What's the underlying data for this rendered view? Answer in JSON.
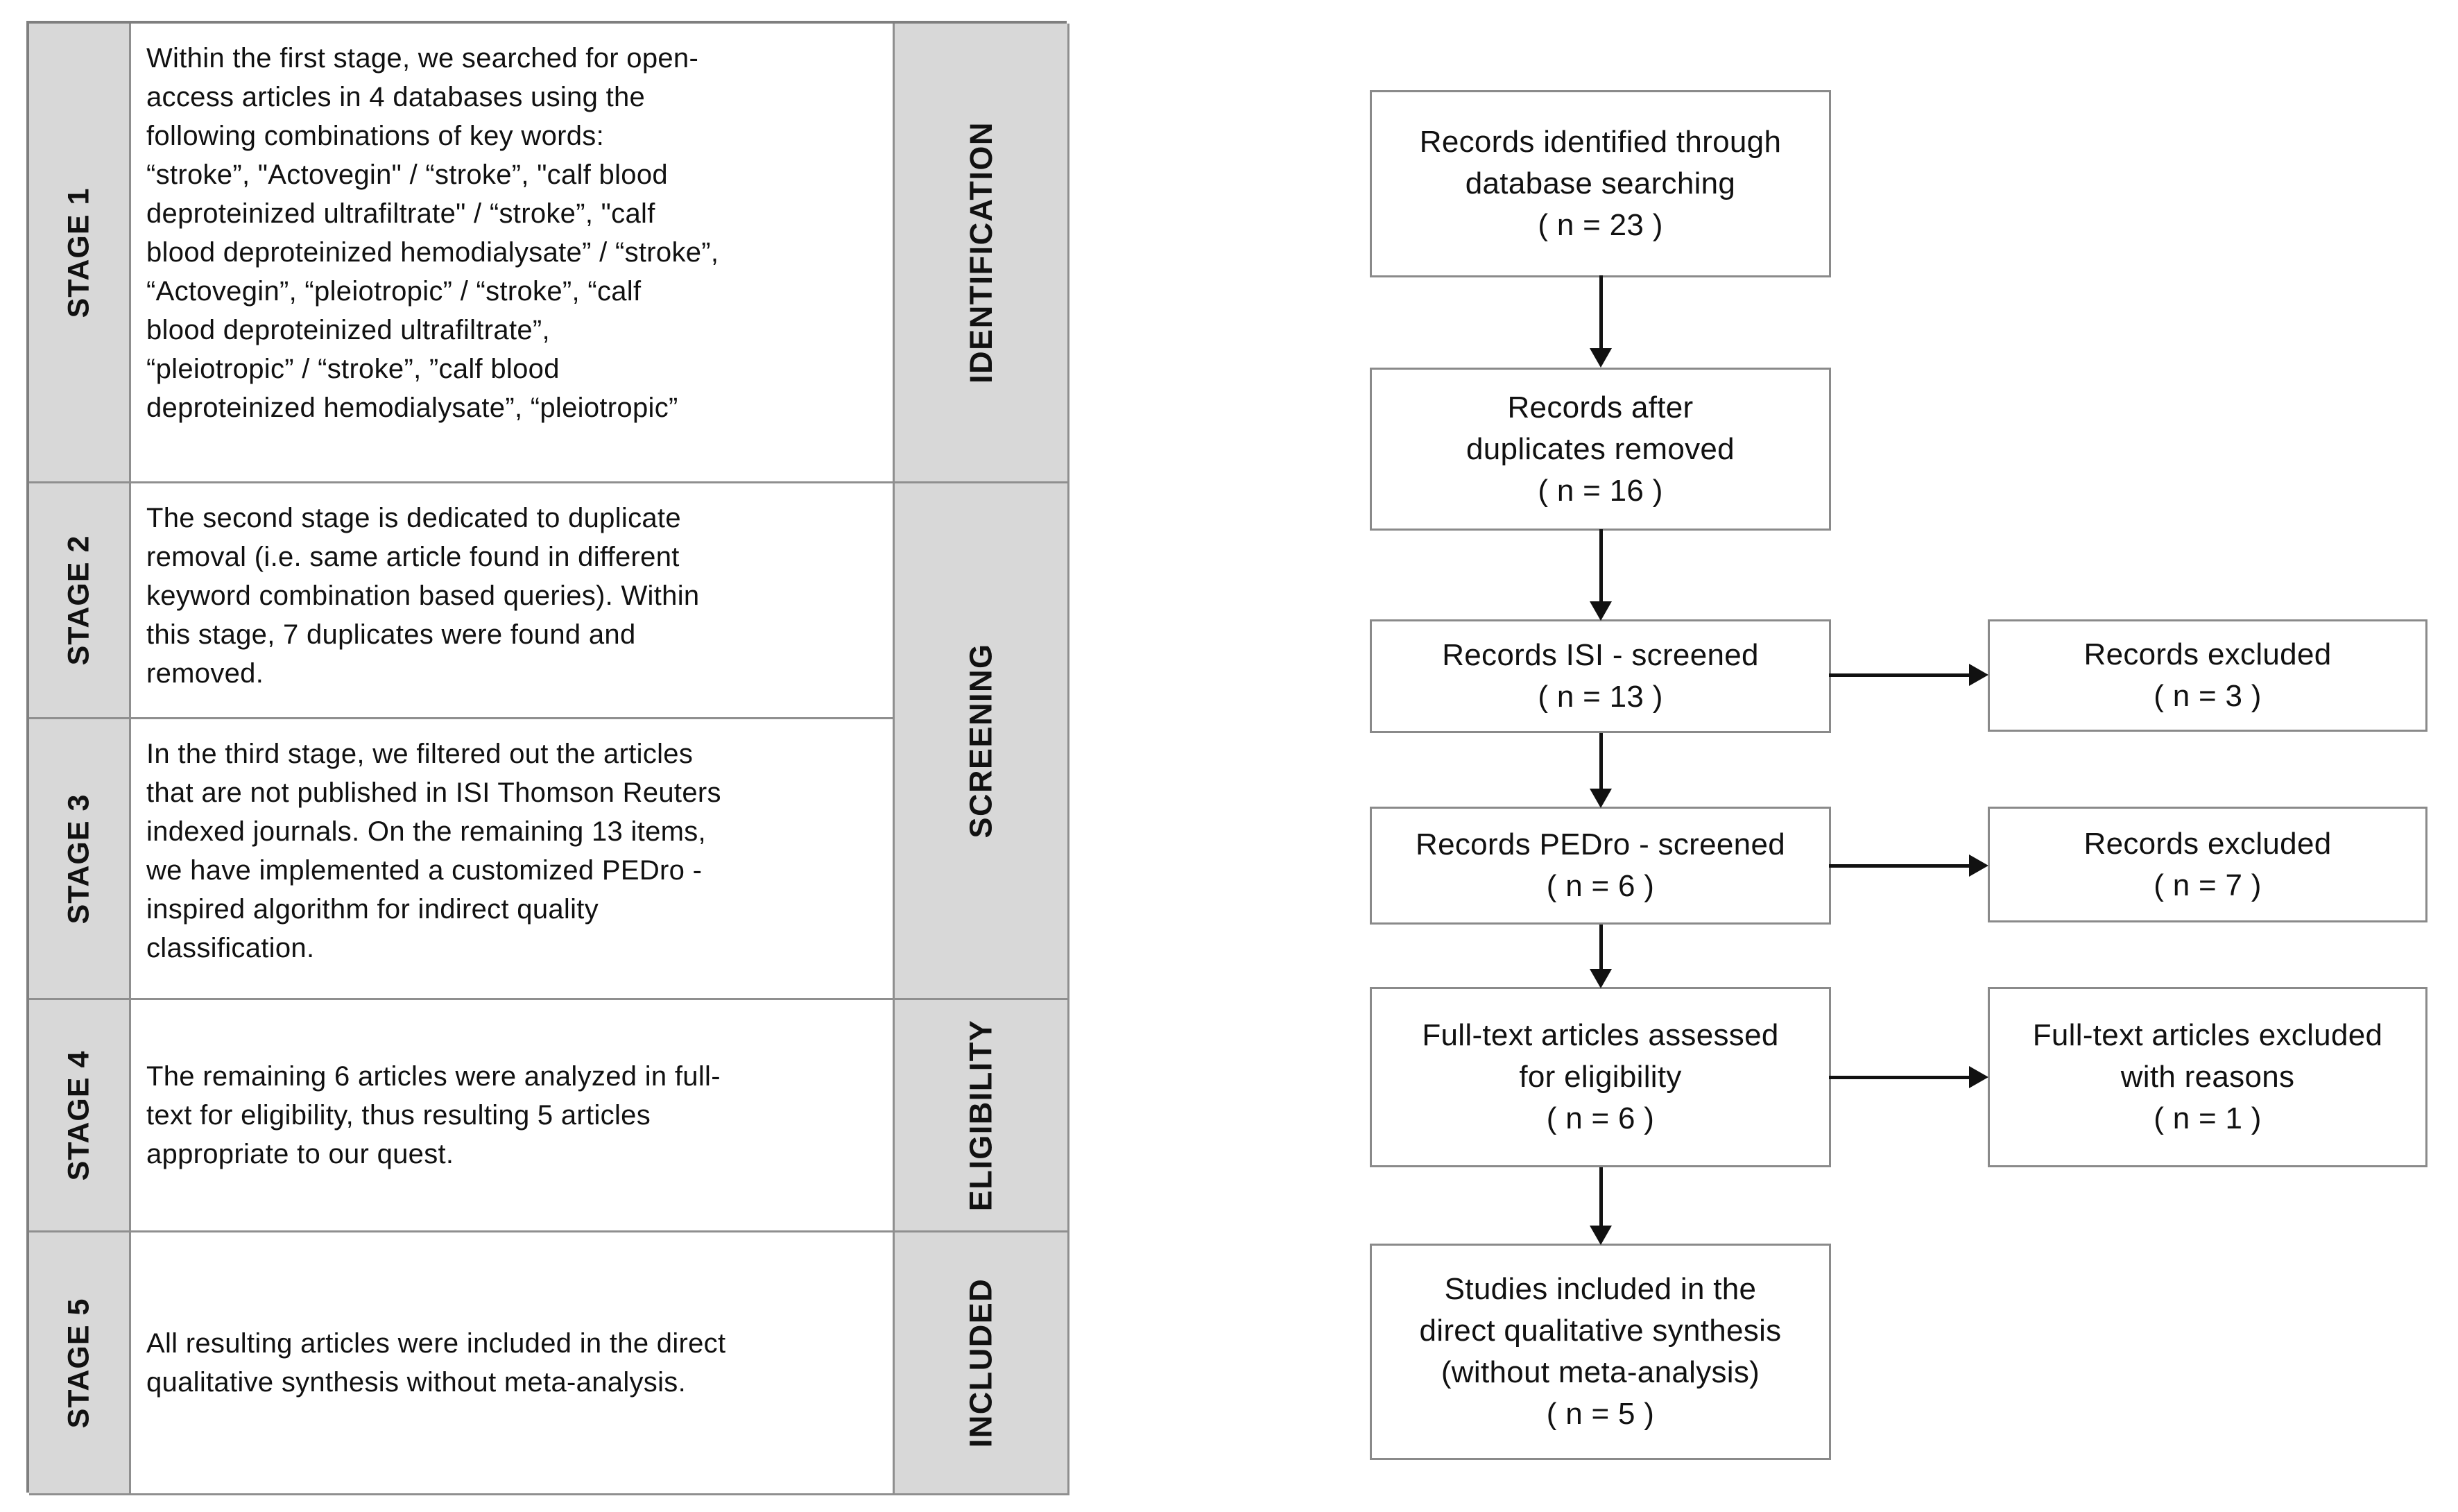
{
  "figure": {
    "type": "prisma-style-flow-diagram"
  },
  "colors": {
    "background": "#ffffff",
    "text": "#111111",
    "cell_gray": "#d8d8d8",
    "table_border": "#7f7f7f",
    "table_border_inner": "#8f8f8f",
    "box_border": "#8a8a8a",
    "arrow": "#111111"
  },
  "table": {
    "rows": [
      {
        "stage_label": "STAGE 1",
        "description": "Within the first stage, we searched for open-\naccess articles in 4 databases using the\nfollowing combinations of key words:\n“stroke”, \"Actovegin\" / “stroke”, \"calf blood\ndeproteinized ultrafiltrate\" / “stroke”, \"calf\nblood deproteinized hemodialysate” / “stroke”,\n“Actovegin”, “pleiotropic” / “stroke”, “calf\nblood deproteinized ultrafiltrate”,\n“pleiotropic” / “stroke”, ”calf blood\ndeproteinized hemodialysate”, “pleiotropic”"
      },
      {
        "stage_label": "STAGE 2",
        "description": "The second stage is dedicated to duplicate\nremoval (i.e. same article found in different\nkeyword combination based queries). Within\nthis stage, 7 duplicates were found and\nremoved."
      },
      {
        "stage_label": "STAGE 3",
        "description": "In the third stage, we filtered out the articles\nthat are not published in ISI Thomson Reuters\nindexed journals. On the remaining 13 items,\nwe have implemented a customized PEDro -\ninspired algorithm for indirect quality\nclassification."
      },
      {
        "stage_label": "STAGE 4",
        "description": "The remaining 6 articles were analyzed in full-\ntext for eligibility, thus resulting 5 articles\nappropriate to our quest."
      },
      {
        "stage_label": "STAGE 5",
        "description": "All resulting articles were included in the direct\nqualitative synthesis without meta-analysis."
      }
    ],
    "phases": [
      {
        "label": "IDENTIFICATION"
      },
      {
        "label": "SCREENING"
      },
      {
        "label": "ELIGIBILITY"
      },
      {
        "label": "INCLUDED"
      }
    ]
  },
  "flowchart": {
    "main": [
      {
        "label": "Records identified through\ndatabase searching",
        "n": "( n = 23 )"
      },
      {
        "label": "Records after\nduplicates removed",
        "n": "( n = 16 )"
      },
      {
        "label": "Records ISI - screened",
        "n": "( n = 13 )"
      },
      {
        "label": "Records PEDro - screened",
        "n": "( n = 6 )"
      },
      {
        "label": "Full-text articles assessed\nfor eligibility",
        "n": "( n = 6 )"
      },
      {
        "label": "Studies included in the\ndirect qualitative synthesis\n(without meta-analysis)",
        "n": "( n = 5 )"
      }
    ],
    "side": [
      {
        "label": "Records excluded",
        "n": "( n = 3 )"
      },
      {
        "label": "Records excluded",
        "n": "( n = 7 )"
      },
      {
        "label": "Full-text articles excluded\nwith reasons",
        "n": "( n = 1 )"
      }
    ]
  }
}
